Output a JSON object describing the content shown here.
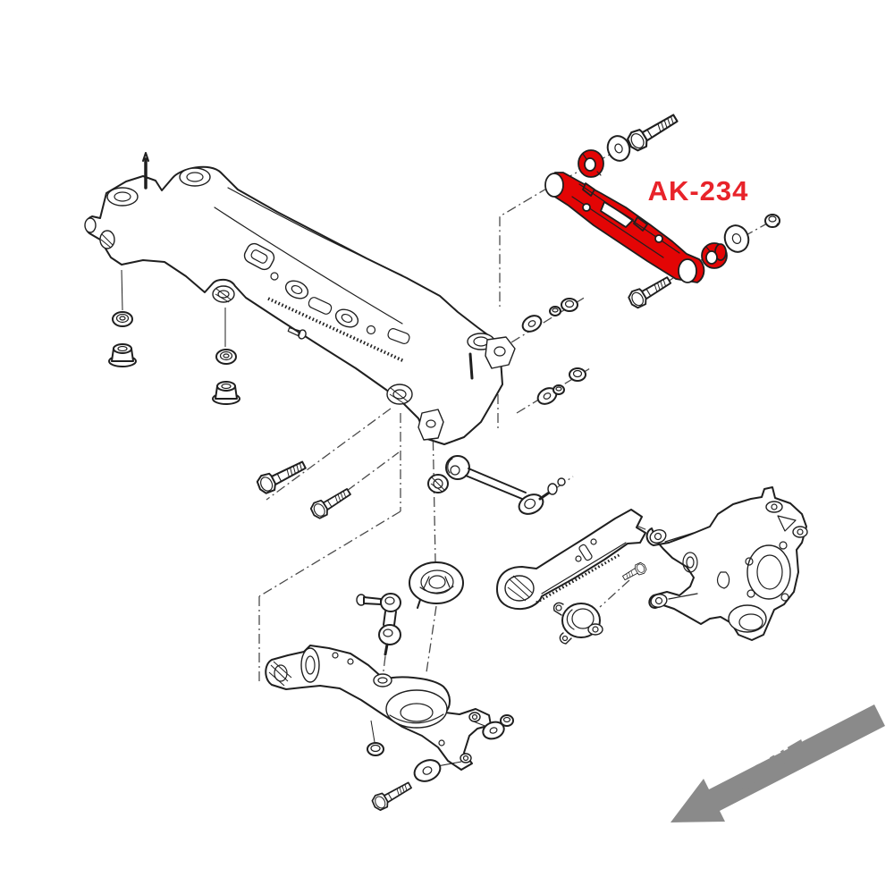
{
  "title": "Rear suspension exploded parts diagram",
  "labels": {
    "part_code": "AK-234",
    "front": "FRONT"
  },
  "colors": {
    "highlight_red": "#e30505",
    "label_red": "#e8232a",
    "arrow_gray": "#8a8a8a",
    "line_dark": "#1f1f1f"
  },
  "parts": [
    "rear-subframe",
    "subframe-stud",
    "subframe-mount-nut-front",
    "subframe-mount-bushing-front",
    "subframe-mount-nut-rear",
    "subframe-mount-bushing-rear",
    "subframe-bolt-1",
    "subframe-bolt-2",
    "lateral-arm-highlighted",
    "lateral-arm-front-bushing",
    "lateral-arm-rear-bushing",
    "lateral-arm-front-washer",
    "lateral-arm-front-bolt",
    "lateral-arm-rear-washer",
    "lateral-arm-rear-nut",
    "lateral-arm-lower-bolt",
    "toe-link",
    "washer-nut-set-upper",
    "washer-nut-set-lower",
    "spring-seat",
    "stabilizer-link",
    "lower-control-arm",
    "lower-arm-nut",
    "lower-arm-washer",
    "lower-arm-bolt",
    "lower-arm-end-washer",
    "lower-arm-end-nut",
    "trailing-arm",
    "trailing-arm-bolt",
    "trailing-arm-bushing",
    "rear-knuckle",
    "front-direction-arrow"
  ]
}
